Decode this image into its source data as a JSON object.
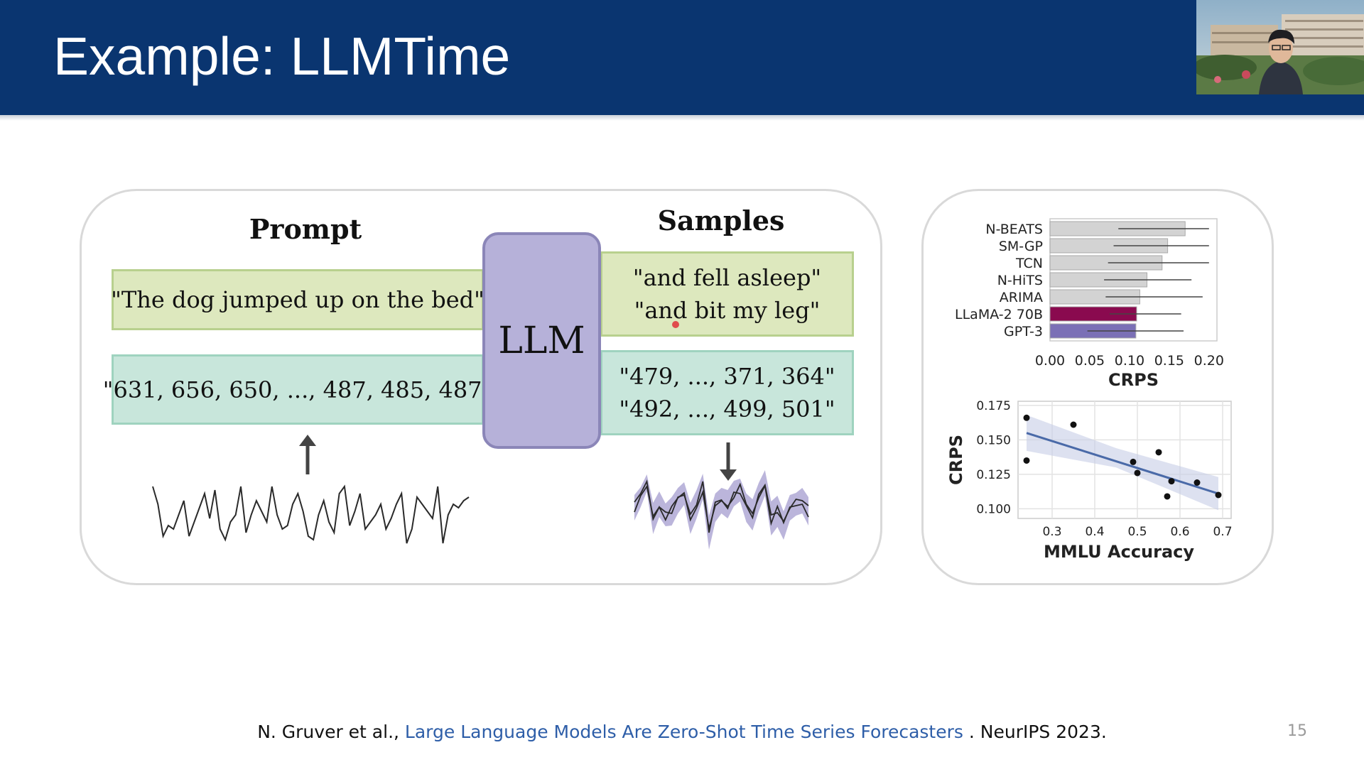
{
  "slide": {
    "title": "Example: LLMTime",
    "page_number": "15",
    "colors": {
      "header": "#0a3570",
      "link": "#2e5ea8"
    }
  },
  "diagram": {
    "prompt_label": "Prompt",
    "samples_label": "Samples",
    "llm_label": "LLM",
    "prompt_text": "\"The dog jumped up on the bed\"",
    "prompt_numbers": "\"631, 656, 650, ..., 487, 485, 487\"",
    "sample_text_1": "\"and fell asleep\"",
    "sample_text_2": "\"and bit my leg\"",
    "sample_numbers_1": "\"479, ..., 371, 364\"",
    "sample_numbers_2": "\"492, ..., 499, 501\"",
    "colors": {
      "green_box": "#dde8be",
      "teal_box": "#c8e6db",
      "llm_box": "#b6b1d9"
    }
  },
  "citation": {
    "prefix": "N. Gruver et al., ",
    "link_text": "Large Language Models Are Zero-Shot Time Series Forecasters",
    "suffix": " . NeurIPS 2023."
  },
  "chart_data": [
    {
      "type": "bar",
      "orientation": "horizontal",
      "categories": [
        "N-BEATS",
        "SM-GP",
        "TCN",
        "N-HiTS",
        "ARIMA",
        "LLaMA-2 70B",
        "GPT-3"
      ],
      "values": [
        0.17,
        0.148,
        0.141,
        0.122,
        0.113,
        0.109,
        0.108
      ],
      "error_low": [
        0.086,
        0.08,
        0.073,
        0.068,
        0.07,
        0.075,
        0.047
      ],
      "error_high": [
        0.2,
        0.2,
        0.2,
        0.178,
        0.192,
        0.165,
        0.168
      ],
      "bar_colors": [
        "#d3d3d3",
        "#d3d3d3",
        "#d3d3d3",
        "#d3d3d3",
        "#d3d3d3",
        "#8a0a4f",
        "#7b70b6"
      ],
      "xlabel": "CRPS",
      "xticks": [
        "0.00",
        "0.05",
        "0.10",
        "0.15",
        "0.20"
      ],
      "xlim": [
        0.0,
        0.21
      ]
    },
    {
      "type": "scatter",
      "x": [
        0.24,
        0.24,
        0.35,
        0.49,
        0.5,
        0.55,
        0.57,
        0.58,
        0.64,
        0.69
      ],
      "y": [
        0.166,
        0.135,
        0.161,
        0.134,
        0.126,
        0.141,
        0.109,
        0.12,
        0.119,
        0.11
      ],
      "trendline": {
        "x": [
          0.24,
          0.69
        ],
        "y": [
          0.155,
          0.111
        ]
      },
      "xlabel": "MMLU Accuracy",
      "ylabel": "CRPS",
      "xticks": [
        "0.3",
        "0.4",
        "0.5",
        "0.6",
        "0.7"
      ],
      "yticks": [
        "0.100",
        "0.125",
        "0.150",
        "0.175"
      ],
      "xlim": [
        0.22,
        0.72
      ],
      "ylim": [
        0.093,
        0.178
      ],
      "grid": true
    }
  ]
}
